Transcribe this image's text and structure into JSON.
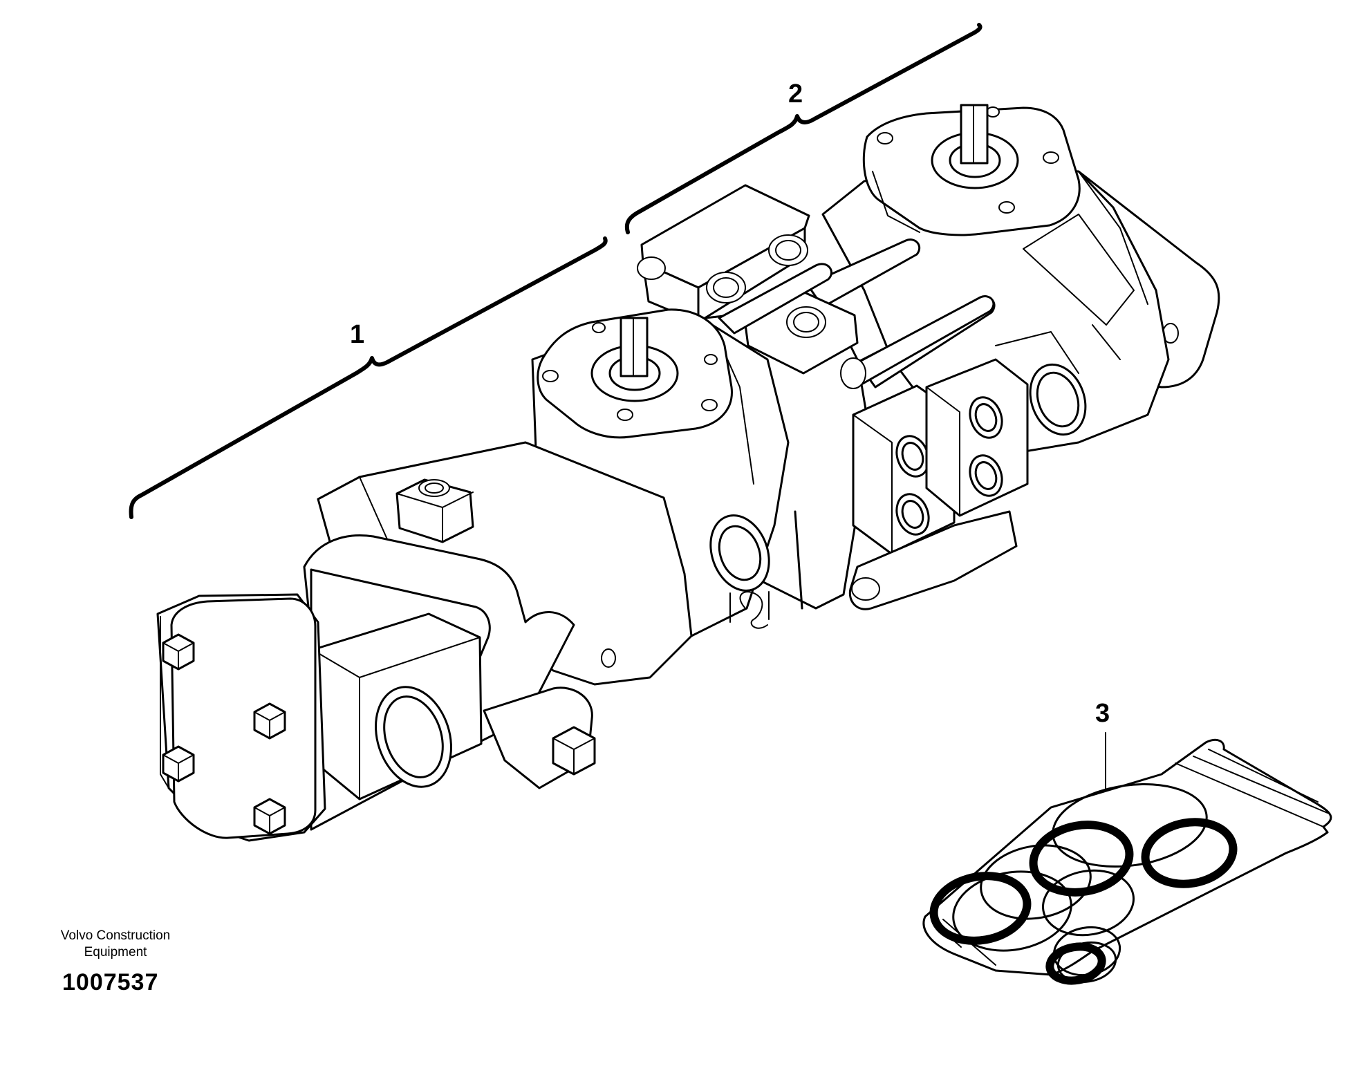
{
  "callouts": [
    {
      "id": "1",
      "label": "1"
    },
    {
      "id": "2",
      "label": "2"
    },
    {
      "id": "3",
      "label": "3"
    }
  ],
  "credit": {
    "line1": "Volvo Construction",
    "line2": "Equipment"
  },
  "document_number": "1007537",
  "colors": {
    "line": "#000000",
    "background": "#ffffff"
  }
}
